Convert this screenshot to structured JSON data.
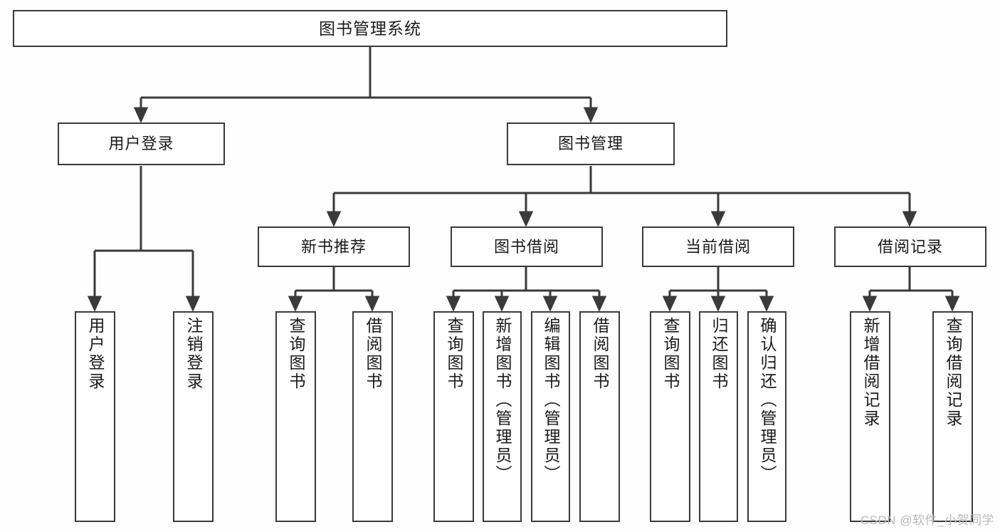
{
  "diagram": {
    "type": "tree-hierarchy-chart",
    "title": "图书管理系统",
    "root": {
      "label": "图书管理系统"
    },
    "level2": [
      {
        "key": "user-login",
        "label": "用户登录"
      },
      {
        "key": "book-manage",
        "label": "图书管理"
      }
    ],
    "level3": [
      {
        "key": "new-book-recommend",
        "label": "新书推荐"
      },
      {
        "key": "book-borrow",
        "label": "图书借阅"
      },
      {
        "key": "current-borrow",
        "label": "当前借阅"
      },
      {
        "key": "borrow-record",
        "label": "借阅记录"
      }
    ],
    "leaves": {
      "user_login": [
        {
          "key": "user-login-leaf",
          "label": "用户登录"
        },
        {
          "key": "logout-leaf",
          "label": "注销登录"
        }
      ],
      "new_book_recommend": [
        {
          "key": "query-book-1",
          "label": "查询图书"
        },
        {
          "key": "borrow-book-1",
          "label": "借阅图书"
        }
      ],
      "book_borrow": [
        {
          "key": "query-book-2",
          "label": "查询图书"
        },
        {
          "key": "add-book-admin",
          "label": "新增图书（管理员）"
        },
        {
          "key": "edit-book-admin",
          "label": "编辑图书（管理员）"
        },
        {
          "key": "borrow-book-2",
          "label": "借阅图书"
        }
      ],
      "current_borrow": [
        {
          "key": "query-book-3",
          "label": "查询图书"
        },
        {
          "key": "return-book",
          "label": "归还图书"
        },
        {
          "key": "confirm-return-admin",
          "label": "确认归还（管理员）"
        }
      ],
      "borrow_record": [
        {
          "key": "add-borrow-record",
          "label": "新增借阅记录"
        },
        {
          "key": "query-borrow-record",
          "label": "查询借阅记录"
        }
      ]
    },
    "colors": {
      "background": "#fefefe",
      "box_fill": "#ffffff",
      "box_border": "#3a3a3a",
      "connector": "#3a3a3a",
      "text": "#1a1a1a",
      "watermark": "#b9b9b9"
    }
  },
  "watermark": {
    "text": "CSDN @软件_小贺同学"
  }
}
